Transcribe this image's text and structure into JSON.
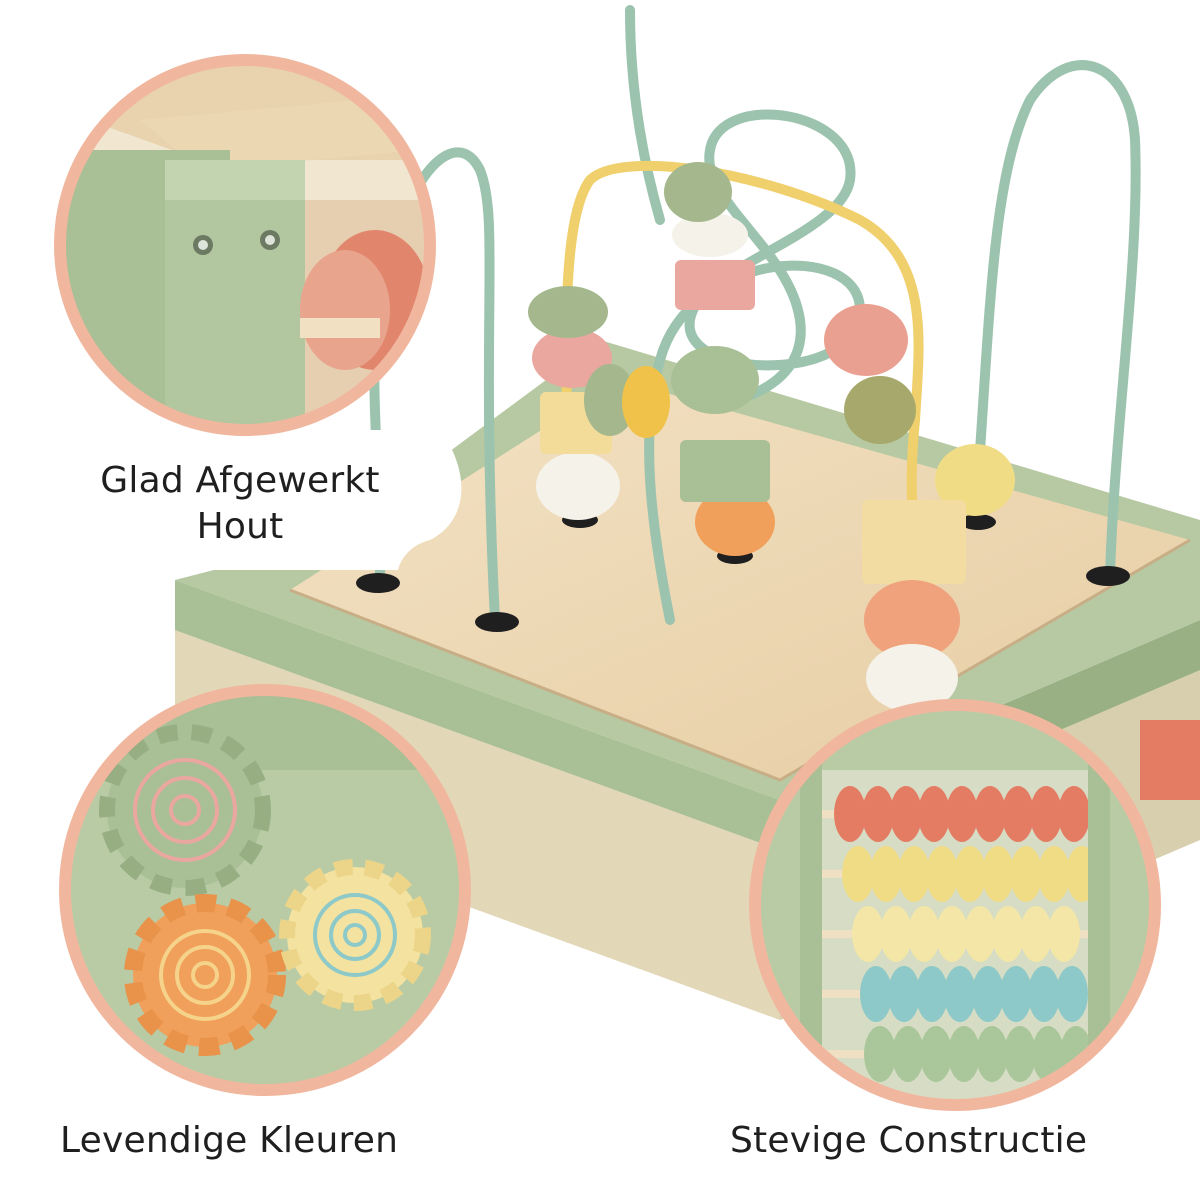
{
  "colors": {
    "sage": "#a9bf95",
    "sage_dark": "#8ea77b",
    "wood": "#e9d2ad",
    "salmon": "#e9a48d",
    "coral": "#e47c63",
    "yellow": "#f1dc86",
    "orange": "#f0a05a",
    "teal": "#8ec9c9",
    "cream": "#f5f2ea",
    "wire_green": "#9cc3ae",
    "wire_yellow": "#f0cf6d"
  },
  "captions": {
    "wood_line1": "Glad Afgewerkt",
    "wood_line2": "Hout",
    "colors": "Levendige Kleuren",
    "construction": "Stevige Constructie"
  }
}
